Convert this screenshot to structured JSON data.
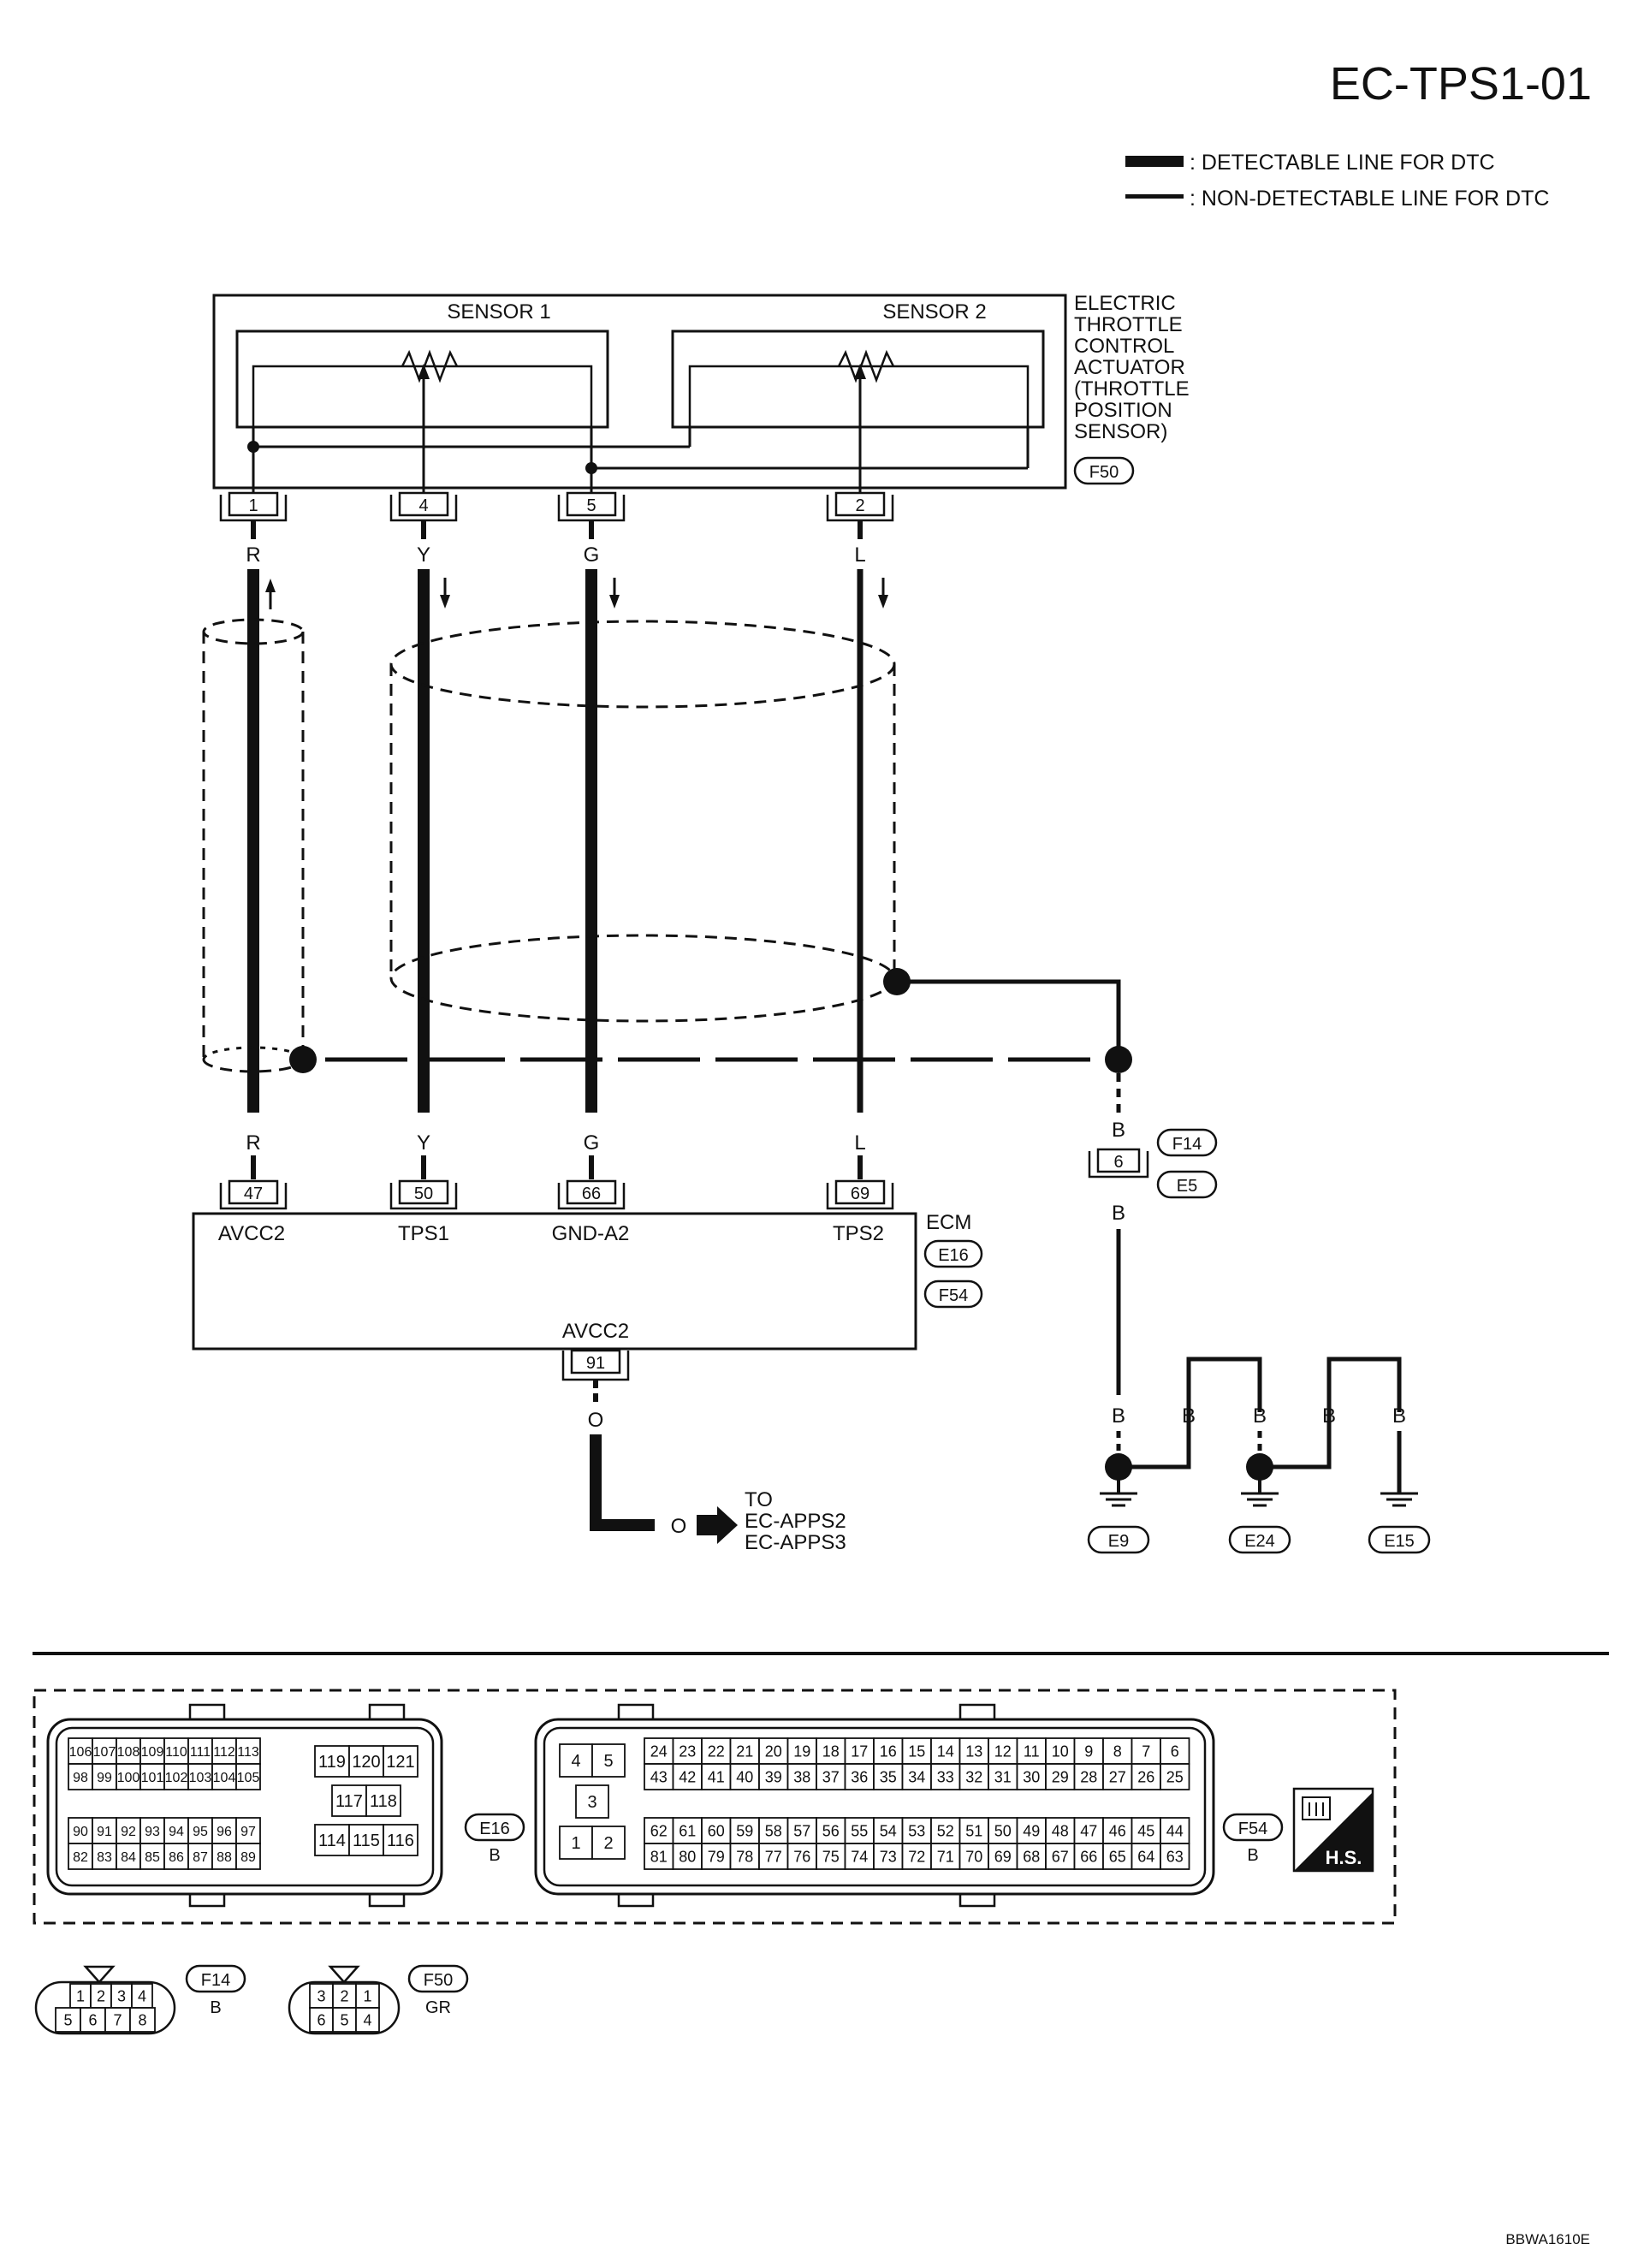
{
  "header": {
    "title": "EC-TPS1-01",
    "legend_detectable": ": DETECTABLE LINE FOR DTC",
    "legend_nondetectable": ": NON-DETECTABLE LINE FOR DTC"
  },
  "actuator": {
    "sensor1": "SENSOR 1",
    "sensor2": "SENSOR 2",
    "name_lines": [
      "ELECTRIC",
      "THROTTLE",
      "CONTROL",
      "ACTUATOR",
      "(THROTTLE",
      "POSITION",
      "SENSOR)"
    ],
    "connector": "F50",
    "pins": [
      "1",
      "4",
      "5",
      "2"
    ]
  },
  "wires": {
    "colors": [
      "R",
      "Y",
      "G",
      "L"
    ],
    "ground_color": "B",
    "output_color": "O"
  },
  "ecm": {
    "name": "ECM",
    "connectors": [
      "E16",
      "F54"
    ],
    "pins": [
      "47",
      "50",
      "66",
      "69"
    ],
    "pin_labels": [
      "AVCC2",
      "TPS1",
      "GND-A2",
      "TPS2"
    ],
    "bottom_label": "AVCC2",
    "bottom_pin": "91"
  },
  "joint": {
    "pin": "6",
    "connectors": [
      "F14",
      "E5"
    ]
  },
  "to": {
    "lines": [
      "TO",
      "EC-APPS2",
      "EC-APPS3"
    ]
  },
  "grounds": [
    "E9",
    "E24",
    "E15"
  ],
  "connector_views": {
    "e16": {
      "name": "E16",
      "color": "B",
      "left_rows": [
        [
          "106",
          "107",
          "108",
          "109",
          "110",
          "111",
          "112",
          "113"
        ],
        [
          "98",
          "99",
          "100",
          "101",
          "102",
          "103",
          "104",
          "105"
        ],
        [
          "90",
          "91",
          "92",
          "93",
          "94",
          "95",
          "96",
          "97"
        ],
        [
          "82",
          "83",
          "84",
          "85",
          "86",
          "87",
          "88",
          "89"
        ]
      ],
      "right_rows": [
        [
          "119",
          "120",
          "121"
        ],
        [
          "117",
          "118"
        ],
        [
          "114",
          "115",
          "116"
        ]
      ]
    },
    "f54": {
      "name": "F54",
      "color": "B",
      "left_cells": [
        "4",
        "5",
        "3",
        "1",
        "2"
      ],
      "right_rows": [
        [
          "24",
          "23",
          "22",
          "21",
          "20",
          "19",
          "18",
          "17",
          "16",
          "15",
          "14",
          "13",
          "12",
          "11",
          "10",
          "9",
          "8",
          "7",
          "6"
        ],
        [
          "43",
          "42",
          "41",
          "40",
          "39",
          "38",
          "37",
          "36",
          "35",
          "34",
          "33",
          "32",
          "31",
          "30",
          "29",
          "28",
          "27",
          "26",
          "25"
        ],
        [
          "62",
          "61",
          "60",
          "59",
          "58",
          "57",
          "56",
          "55",
          "54",
          "53",
          "52",
          "51",
          "50",
          "49",
          "48",
          "47",
          "46",
          "45",
          "44"
        ],
        [
          "81",
          "80",
          "79",
          "78",
          "77",
          "76",
          "75",
          "74",
          "73",
          "72",
          "71",
          "70",
          "69",
          "68",
          "67",
          "66",
          "65",
          "64",
          "63"
        ]
      ]
    },
    "f14": {
      "name": "F14",
      "color": "B",
      "top": [
        "1",
        "2",
        "3",
        "4"
      ],
      "bottom": [
        "5",
        "6",
        "7",
        "8"
      ]
    },
    "f50": {
      "name": "F50",
      "color": "GR",
      "top": [
        "3",
        "2",
        "1"
      ],
      "bottom": [
        "6",
        "5",
        "4"
      ]
    },
    "hs_badge": "H.S."
  },
  "footer": {
    "code": "BBWA1610E"
  }
}
